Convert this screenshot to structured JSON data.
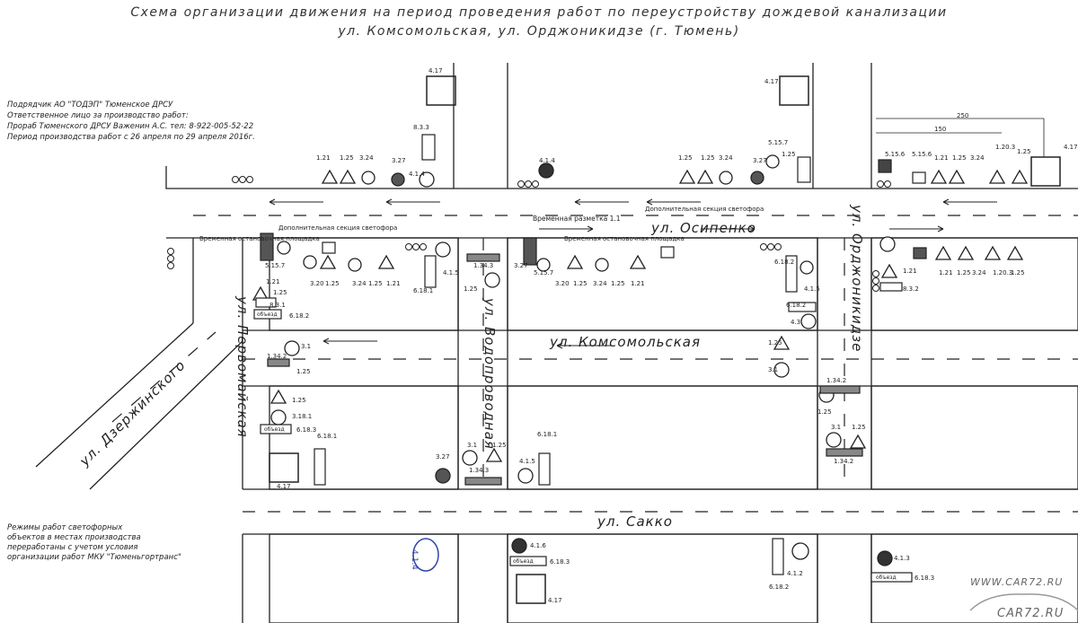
{
  "title": {
    "line1": "Схема организации движения на период проведения работ по переустройству дождевой канализации",
    "line2": "ул. Комсомольская, ул. Орджоникидзе (г. Тюмень)"
  },
  "info": {
    "contractor": "Подрядчик АО \"ТОДЭП\" Тюменское ДРСУ",
    "responsible": "Ответственное лицо за производство работ:",
    "foreman": "Прораб Тюменского ДРСУ Важенин А.С. тел: 8-922-005-52-22",
    "period": "Период производства работ с 26 апреля по 29 апреля 2016г."
  },
  "note": [
    "Режимы работ светофорных",
    "объектов в местах производства",
    "переработаны с учетом условия",
    "организации работ МКУ \"Тюменьгортранс\""
  ],
  "streets": {
    "osipenko": "ул. Осипенко",
    "komsomolskaya": "ул. Комсомольская",
    "sakko": "ул. Сакко",
    "pervomayskaya": "ул. Первомайская",
    "vodoprovodnaya": "ул. Водопроводная",
    "ordzhonikidze": "ул. Орджоникидзе",
    "dzerzhinskogo": "ул. Дзержинского"
  },
  "markings": {
    "temporary": "Временная разметка 1.1",
    "extra_section": "Дополнительная секция светофора",
    "temp_stop": "Временная остановочная площадка",
    "temp_stop_left": "Временная остановочная площадка"
  },
  "dimensions": {
    "d250": "250",
    "d150": "150"
  },
  "sign_codes": {
    "s1": "1.25",
    "s2": "3.24",
    "s3": "3.27",
    "s4": "4.1.4",
    "s5": "1.21",
    "s6": "8.3.3",
    "s7": "5.15.7",
    "s8": "3.20",
    "s9": "1.20.3",
    "s10": "6.18.1",
    "s11": "4.1.5",
    "s12": "1.34.3",
    "s13": "6.18.2",
    "s14": "3.1",
    "s15": "1.34.2",
    "s16": "3.18.1",
    "s17": "4.1.6",
    "s18": "6.18.3",
    "s19": "4.1.2",
    "s20": "4.1.3",
    "s21": "5.15.6",
    "s22": "8.3.2",
    "s23": "8.3.1",
    "s24": "4.17",
    "s25": "4.3"
  },
  "detour": "объезд",
  "stamp": "4.1.4",
  "watermark": {
    "w1": "WWW.CAR72.RU",
    "w2": "CAR72.RU"
  }
}
